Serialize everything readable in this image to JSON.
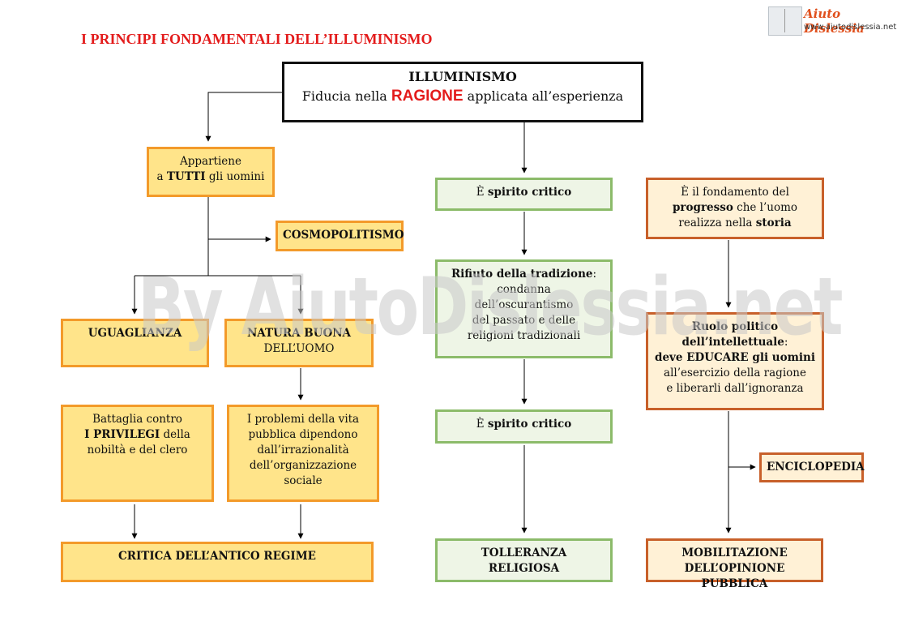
{
  "title": "I PRINCIPI FONDAMENTALI DELL’ILLUMINISMO",
  "logo": {
    "brand": "Aiuto Dislessia",
    "url": "www.aiutodislessia.net"
  },
  "watermark": "By AiutoDislessia.net",
  "main": {
    "title": "ILLUMINISMO",
    "pre": "Fiducia nella ",
    "highlight": "RAGIONE",
    "post": " applicata all’esperienza"
  },
  "left": {
    "appartiene": {
      "line1": "Appartiene",
      "pre": "a ",
      "bold": "TUTTI",
      "post": " gli uomini"
    },
    "cosmopolitismo": "COSMOPOLITISMO",
    "uguaglianza": "UGUAGLIANZA",
    "natura": {
      "bold": "NATURA BUONA",
      "rest": "DELL’UOMO"
    },
    "battaglia": {
      "line1": "Battaglia contro",
      "bold": "I PRIVILEGI",
      "post1": " della",
      "line3": "nobiltà e del clero"
    },
    "problemi": {
      "lines": [
        "I problemi della vita",
        "pubblica  dipendono",
        "dall’irrazionalità",
        "dell’organizzazione",
        "sociale"
      ]
    },
    "critica": "CRITICA DELL’ANTICO REGIME"
  },
  "center": {
    "spirito1": {
      "pre": "È ",
      "bold": "spirito critico"
    },
    "rifiuto": {
      "bold": "Rifiuto della tradizione",
      "post": ":",
      "lines": [
        "condanna",
        "dell’oscurantismo",
        "del passato e delle",
        "religioni tradizionali"
      ]
    },
    "spirito2": {
      "pre": "È ",
      "bold": "spirito critico"
    },
    "tolleranza": {
      "line1": "TOLLERANZA",
      "line2": "RELIGIOSA"
    }
  },
  "right": {
    "progresso": {
      "line1": "È il fondamento del",
      "bold1": "progresso",
      "post1": " che l’uomo",
      "pre3": "realizza nella ",
      "bold3": "storia"
    },
    "ruolo": {
      "bold1": "Ruolo politico",
      "bold2": "dell’intellettuale",
      "post2": ":",
      "bold3": "deve EDUCARE gli uomini",
      "line4": "all’esercizio della ragione",
      "line5": "e liberarli dall’ignoranza"
    },
    "enciclopedia": "ENCICLOPEDIA",
    "mobilitazione": {
      "line1": "MOBILITAZIONE",
      "line2": "DELL’OPINIONE PUBBLICA"
    }
  }
}
